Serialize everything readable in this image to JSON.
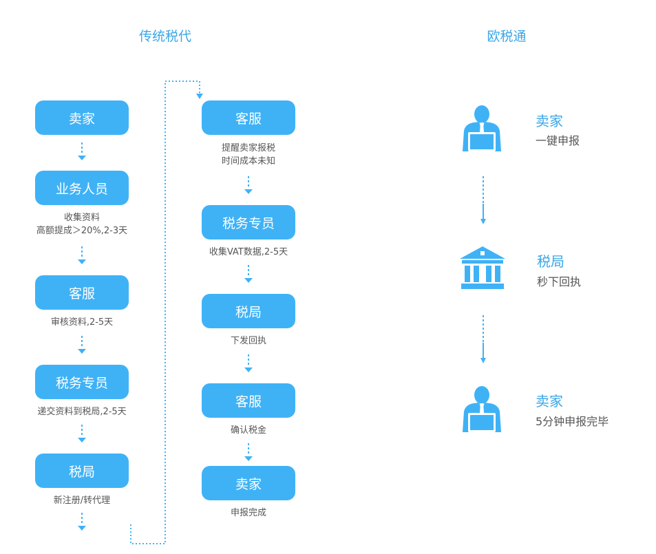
{
  "titles": {
    "traditional": "传统税代",
    "outax": "欧税通"
  },
  "traditional": {
    "col1": [
      {
        "label": "卖家",
        "caption": []
      },
      {
        "label": "业务人员",
        "caption": [
          "收集资料",
          "高额提成＞20%,2-3天"
        ]
      },
      {
        "label": "客服",
        "caption": [
          "审核资料,2-5天"
        ]
      },
      {
        "label": "税务专员",
        "caption": [
          "递交资料到税局,2-5天"
        ]
      },
      {
        "label": "税局",
        "caption": [
          "新注册/转代理"
        ]
      }
    ],
    "col2": [
      {
        "label": "客服",
        "caption": [
          "提醒卖家报税",
          "时间成本未知"
        ]
      },
      {
        "label": "税务专员",
        "caption": [
          "收集VAT数据,2-5天"
        ]
      },
      {
        "label": "税局",
        "caption": [
          "下发回执"
        ]
      },
      {
        "label": "客服",
        "caption": [
          "确认税金"
        ]
      },
      {
        "label": "卖家",
        "caption": [
          "申报完成"
        ]
      }
    ]
  },
  "outax": {
    "steps": [
      {
        "name": "卖家",
        "desc": "一键申报",
        "icon": "seller-person-icon"
      },
      {
        "name": "税局",
        "desc": "秒下回执",
        "icon": "tax-bureau-building-icon"
      },
      {
        "name": "卖家",
        "desc": "5分钟申报完毕",
        "icon": "seller-person-icon"
      }
    ]
  },
  "colors": {
    "box": "#3fb2f6",
    "title": "#3aa6e8",
    "arrow": "#3fb2f6",
    "caption": "#555555"
  }
}
